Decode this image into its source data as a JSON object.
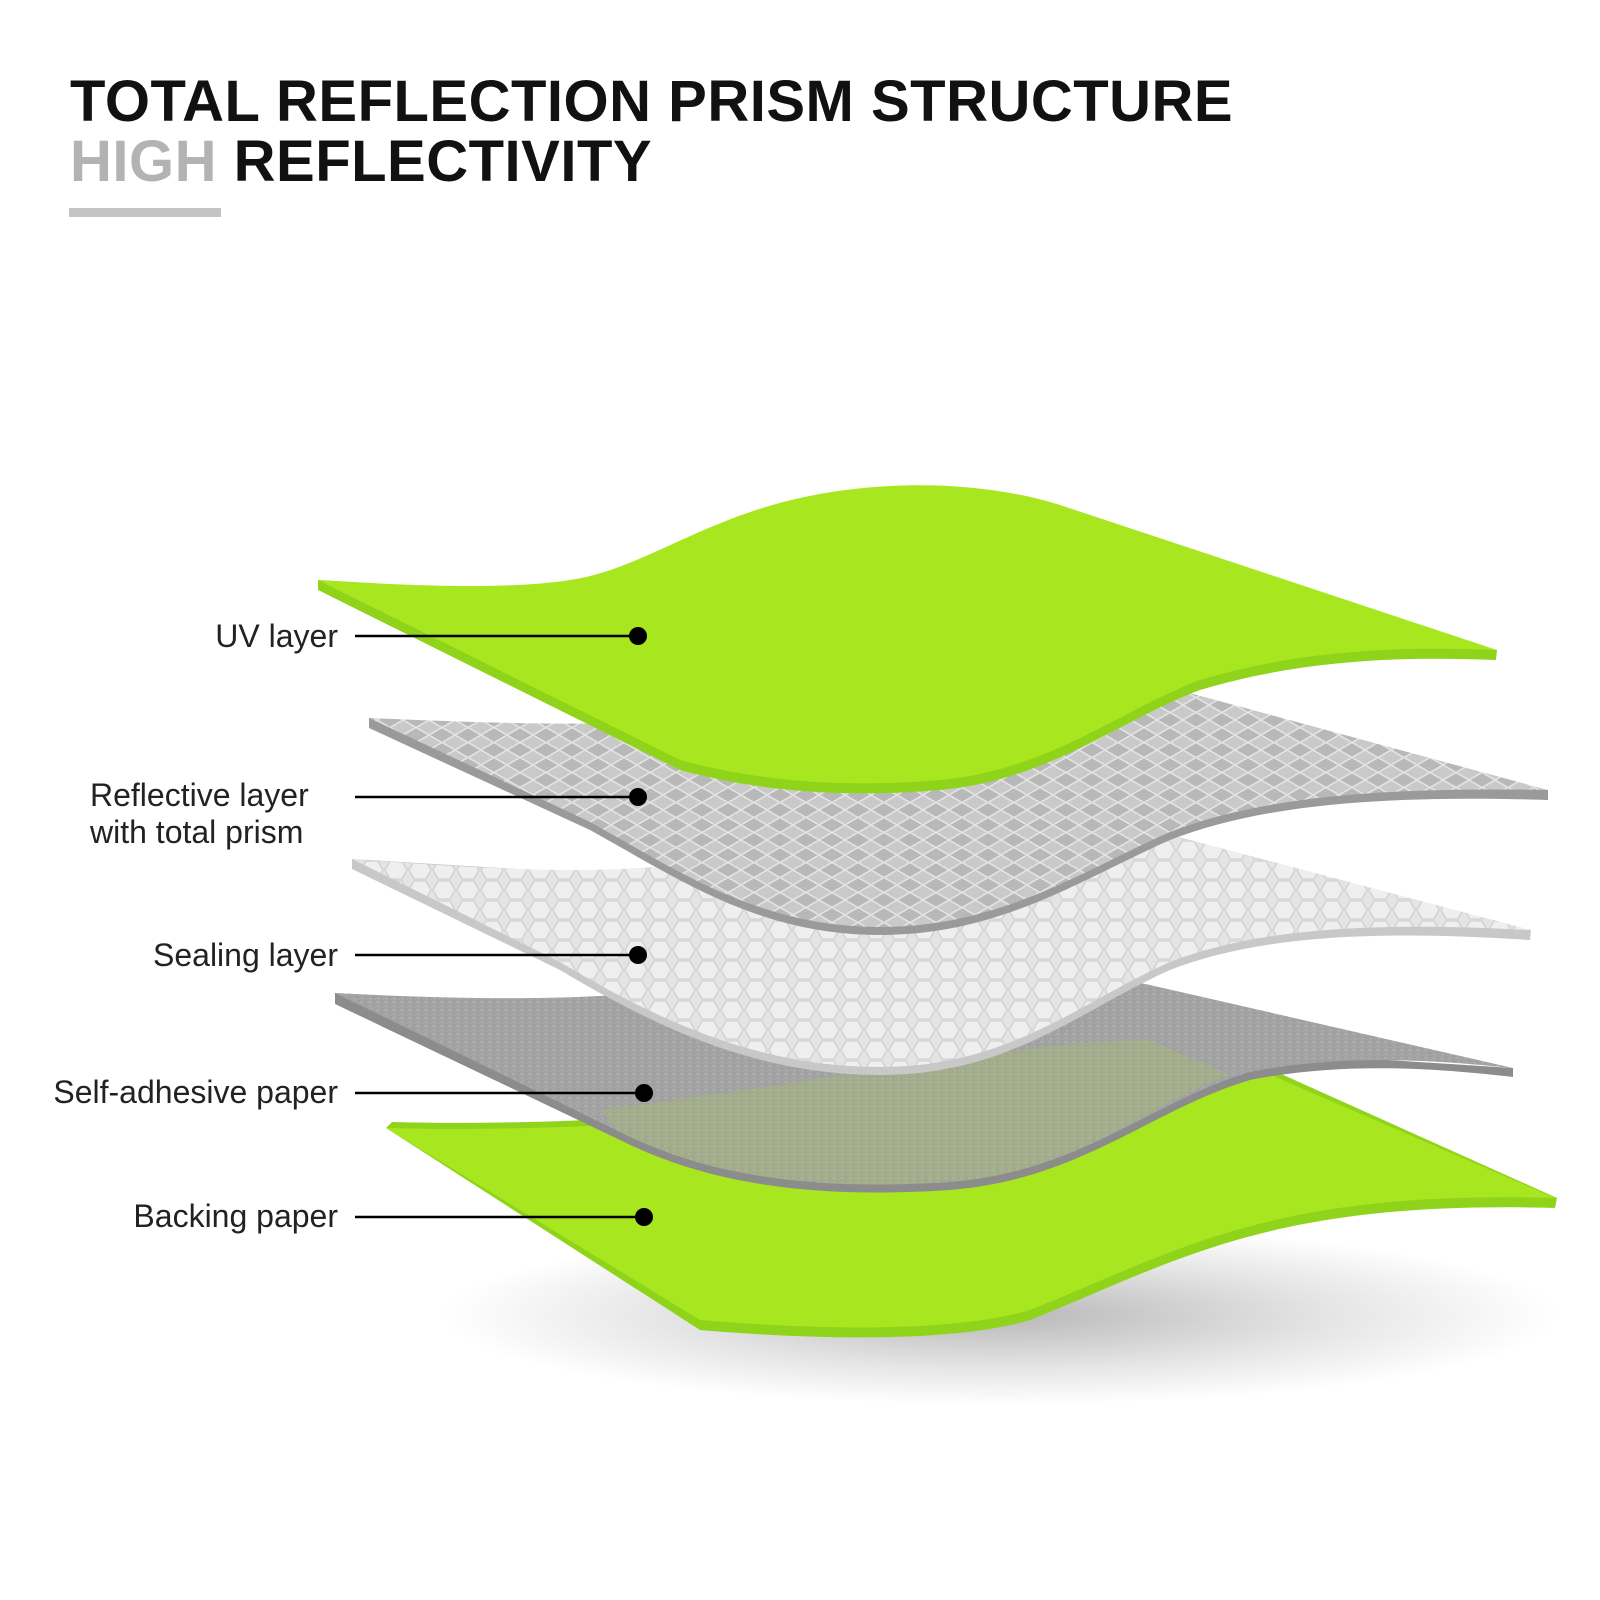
{
  "header": {
    "title_line1": "TOTAL REFLECTION PRISM STRUCTURE",
    "title_line2_accent": "HIGH",
    "title_line2_rest": "REFLECTIVITY"
  },
  "layers": [
    {
      "name": "uv-layer",
      "label": "UV layer",
      "color": "#a8e61f"
    },
    {
      "name": "reflective-layer",
      "label_line1": "Reflective layer",
      "label_line2": "with total prism",
      "color": "#b4b4b4"
    },
    {
      "name": "sealing-layer",
      "label": "Sealing layer",
      "color": "#e6e6e6"
    },
    {
      "name": "self-adhesive-paper",
      "label": "Self-adhesive paper",
      "color": "#9e9e9e"
    },
    {
      "name": "backing-paper",
      "label": "Backing paper",
      "color": "#a8e61f"
    }
  ],
  "colors": {
    "accent_green": "#a8e61f",
    "accent_green_edge": "#8fd41a",
    "title_gray": "#b3b3b3",
    "underline_gray": "#c4c4c4"
  }
}
